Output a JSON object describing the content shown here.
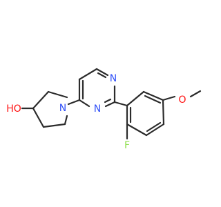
{
  "molecule": {
    "atoms": {
      "oh": {
        "text": "HO",
        "color": "#ff0d0d"
      },
      "n_pyrrolidine": {
        "text": "N",
        "color": "#3050f8"
      },
      "n_pyrimidine_top": {
        "text": "N",
        "color": "#3050f8"
      },
      "n_pyrimidine_bottom": {
        "text": "N",
        "color": "#3050f8"
      },
      "f": {
        "text": "F",
        "color": "#90e050"
      },
      "o_methoxy": {
        "text": "O",
        "color": "#ff0d0d"
      }
    },
    "bond_color": "#2b2b2b"
  }
}
